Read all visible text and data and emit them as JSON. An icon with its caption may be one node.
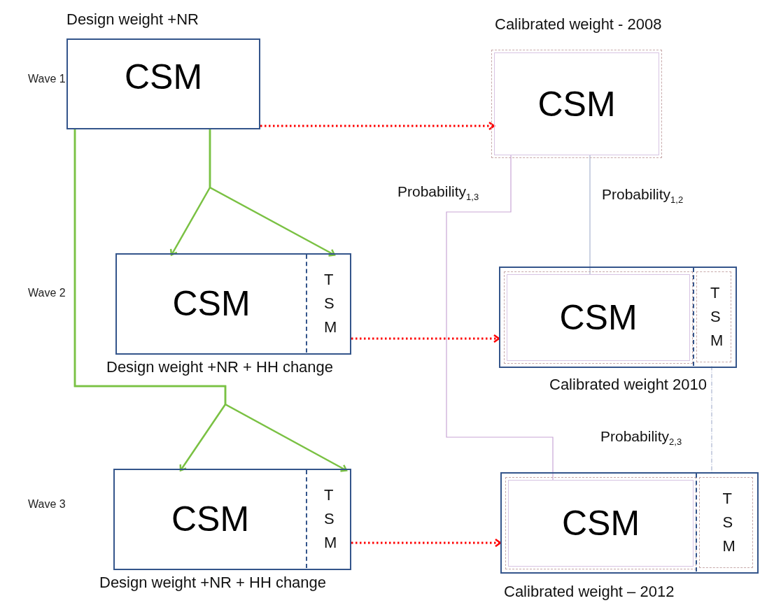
{
  "diagram": {
    "nodes": [
      {
        "text": [
          "Design weight +NR",
          "CSM"
        ]
      },
      {
        "text": [
          "Calibrated weight - 2008",
          "CSM"
        ]
      },
      {
        "text": [
          "Design weight +NR + HH change"
        ]
      },
      {
        "text": [
          "CSM"
        ],
        "in": 2
      },
      {
        "text": [
          "T S M"
        ],
        "in": 2
      },
      {
        "text": [
          "Calibrated weight 2010"
        ]
      },
      {
        "text": [
          "CSM"
        ],
        "in": 5
      },
      {
        "text": [
          "T S M"
        ],
        "in": 5
      },
      {
        "text": [
          "Design weight +NR + HH change"
        ]
      },
      {
        "text": [
          "CSM"
        ],
        "in": 8
      },
      {
        "text": [
          "T S M"
        ],
        "in": 8
      },
      {
        "text": [
          "Calibrated weight – 2012"
        ]
      },
      {
        "text": [
          "CSM"
        ],
        "in": 11
      },
      {
        "text": [
          "T S M"
        ],
        "in": 11
      }
    ],
    "edges": [
      {
        "from": 0,
        "to": 1,
        "arrow": "to",
        "style": "dashed",
        "color": "#ff0000"
      },
      {
        "from": 2,
        "to": 5,
        "arrow": "to",
        "style": "dashed",
        "color": "#ff0000"
      },
      {
        "from": 8,
        "to": 11,
        "arrow": "to",
        "style": "dashed",
        "color": "#ff0000"
      },
      {
        "from": 0,
        "to": 3,
        "arrow": "to"
      },
      {
        "from": 0,
        "to": 4,
        "arrow": "to"
      },
      {
        "from": 0,
        "to": 9,
        "arrow": "to"
      },
      {
        "from": 0,
        "to": 10,
        "arrow": "to"
      },
      {
        "from": 1,
        "to": 12,
        "arrow": "none",
        "label": "Probability$_{1,3}$",
        "color": "#c9a6d6"
      },
      {
        "from": 1,
        "to": 6,
        "arrow": "none",
        "label": "Probability$_{1,2}$",
        "color": "#a9b4d0"
      },
      {
        "from": 7,
        "to": 13,
        "arrow": "none",
        "label": "Probability$_{2,3}$",
        "style": "dashed",
        "color": "#a9b4d0"
      }
    ],
    "labels": [
      "Wave 1",
      "Wave 2",
      "Wave 3"
    ]
  }
}
